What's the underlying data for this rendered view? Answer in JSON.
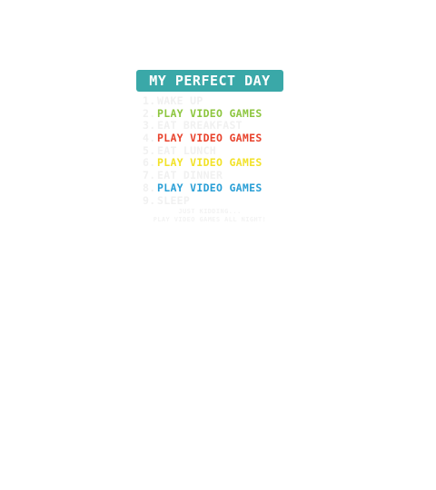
{
  "title": "MY PERFECT DAY",
  "items": [
    {
      "number": "1.",
      "text": "WAKE UP",
      "color": "#f1f1f1"
    },
    {
      "number": "2.",
      "text": "PLAY VIDEO GAMES",
      "color": "#8dc63f"
    },
    {
      "number": "3.",
      "text": "EAT BREAKFAST",
      "color": "#f1f1f1"
    },
    {
      "number": "4.",
      "text": "PLAY VIDEO GAMES",
      "color": "#e8432d"
    },
    {
      "number": "5.",
      "text": "EAT LUNCH",
      "color": "#f1f1f1"
    },
    {
      "number": "6.",
      "text": "PLAY VIDEO GAMES",
      "color": "#f2e22a"
    },
    {
      "number": "7.",
      "text": "EAT DINNER",
      "color": "#f1f1f1"
    },
    {
      "number": "8.",
      "text": "PLAY VIDEO GAMES",
      "color": "#2a9fd6"
    },
    {
      "number": "9.",
      "text": "SLEEP",
      "color": "#f1f1f1"
    }
  ],
  "footer": {
    "line1": "JUST KIDDING...",
    "line2": "PLAY VIDEO GAMES ALL NIGHT!"
  },
  "colors": {
    "title_background": "#3aa8a8",
    "title_text": "#ffffff",
    "faint_text": "#f1f1f1"
  }
}
